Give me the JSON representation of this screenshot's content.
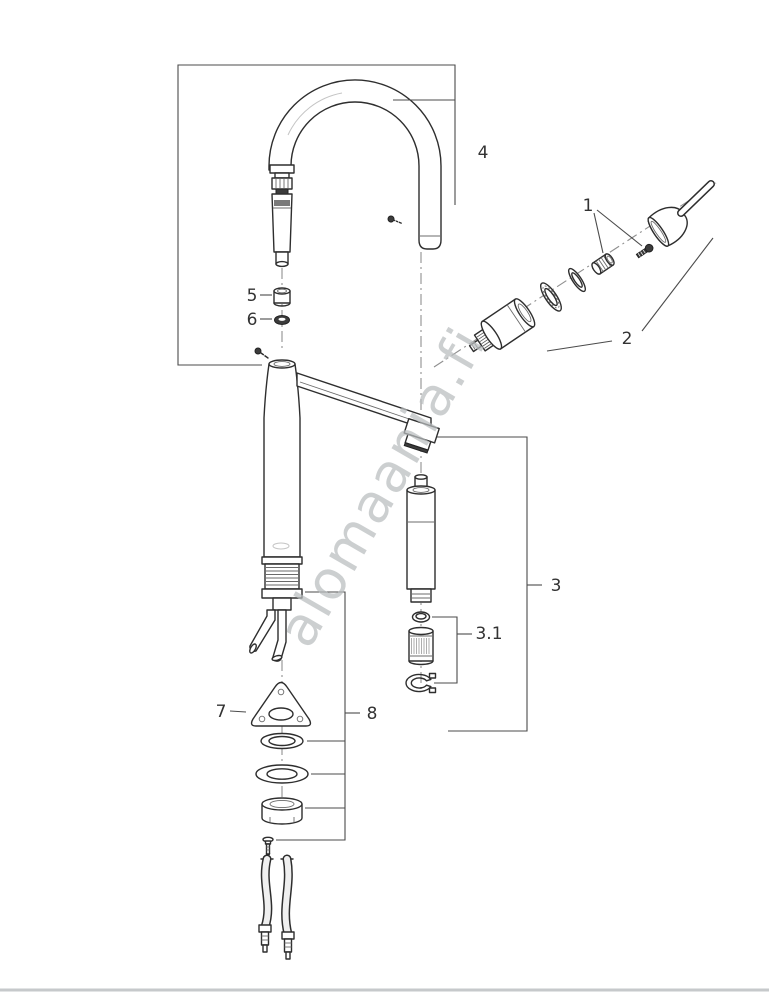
{
  "page": {
    "background": "#ffffff",
    "divider_color": "#c6c9cb"
  },
  "watermark": {
    "text": "alomaania.fi",
    "color": "#b9bdbf"
  },
  "callouts": {
    "part1": "1",
    "part2": "2",
    "part3": "3",
    "part3_1": "3.1",
    "part4": "4",
    "part5": "5",
    "part6": "6",
    "part7": "7",
    "part8": "8"
  },
  "colors": {
    "line": "#2e2e2e",
    "centerline": "#8f8f8f",
    "leader": "#4b4b4b"
  }
}
